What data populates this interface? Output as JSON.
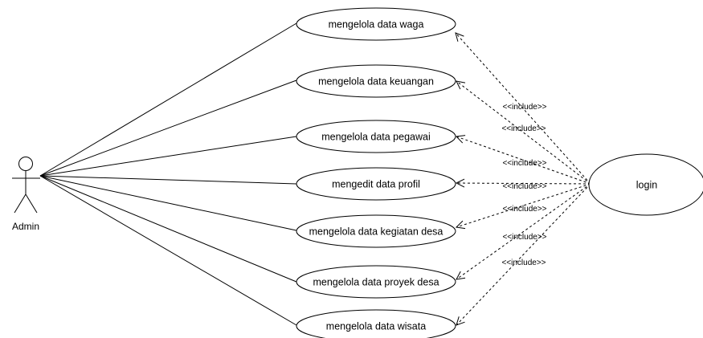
{
  "actor": {
    "label": "Admin"
  },
  "use_cases": [
    {
      "label": "mengelola data waga"
    },
    {
      "label": "mengelola data keuangan"
    },
    {
      "label": "mengelola data pegawai"
    },
    {
      "label": "mengedit data profil"
    },
    {
      "label": "mengelola data kegiatan desa"
    },
    {
      "label": "mengelola data proyek desa"
    },
    {
      "label": "mengelola data wisata"
    }
  ],
  "login_use_case": {
    "label": "login"
  },
  "include_labels": [
    "<<include>>",
    "<<include>>",
    "<<include>>",
    "<<include>>",
    "<<include>>",
    "<<include>>",
    "<<include>>"
  ]
}
